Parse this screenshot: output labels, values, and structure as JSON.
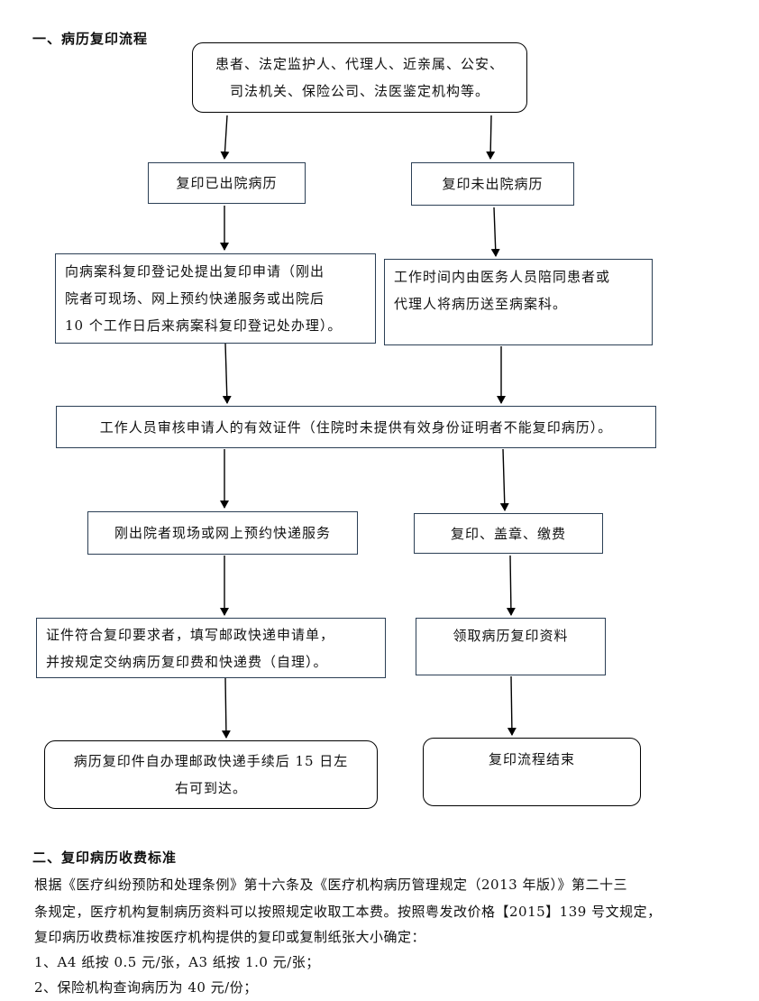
{
  "section1": {
    "title": "一、病历复印流程"
  },
  "flow": {
    "applicants": [
      "患者、法定监护人、代理人、近亲属、公安、",
      "司法机关、保险公司、法医鉴定机构等。"
    ],
    "discharged": "复印已出院病历",
    "not_discharged": "复印未出院病历",
    "discharged_apply": [
      "向病案科复印登记处提出复印申请（刚出",
      "院者可现场、网上预约快递服务或出院后",
      "10 个工作日后来病案科复印登记处办理）。"
    ],
    "not_discharged_send": [
      "工作时间内由医务人员陪同患者或",
      "代理人将病历送至病案科。"
    ],
    "verify": "工作人员审核申请人的有效证件（住院时未提供有效身份证明者不能复印病历）。",
    "express_service": "刚出院者现场或网上预约快递服务",
    "copy_stamp_pay": "复印、盖章、缴费",
    "express_form": [
      "证件符合复印要求者，填写邮政快递申请单，",
      "并按规定交纳病历复印费和快递费（自理）。"
    ],
    "collect": "领取病历复印资料",
    "arrival": [
      "病历复印件自办理邮政快递手续后 15 日左",
      "右可到达。"
    ],
    "end": "复印流程结束"
  },
  "section2": {
    "title": "二、复印病历收费标准",
    "paragraph": [
      "根据《医疗纠纷预防和处理条例》第十六条及《医疗机构病历管理规定（2013 年版）》第二十三",
      "条规定，医疗机构复制病历资料可以按照规定收取工本费。按照粤发改价格【2015】139 号文规定，",
      "复印病历收费标准按医疗机构提供的复印或复制纸张大小确定："
    ],
    "items": [
      "1、A4 纸按 0.5 元/张，A3 纸按 1.0 元/张；",
      "2、保险机构查询病历为 40 元/份；"
    ]
  }
}
